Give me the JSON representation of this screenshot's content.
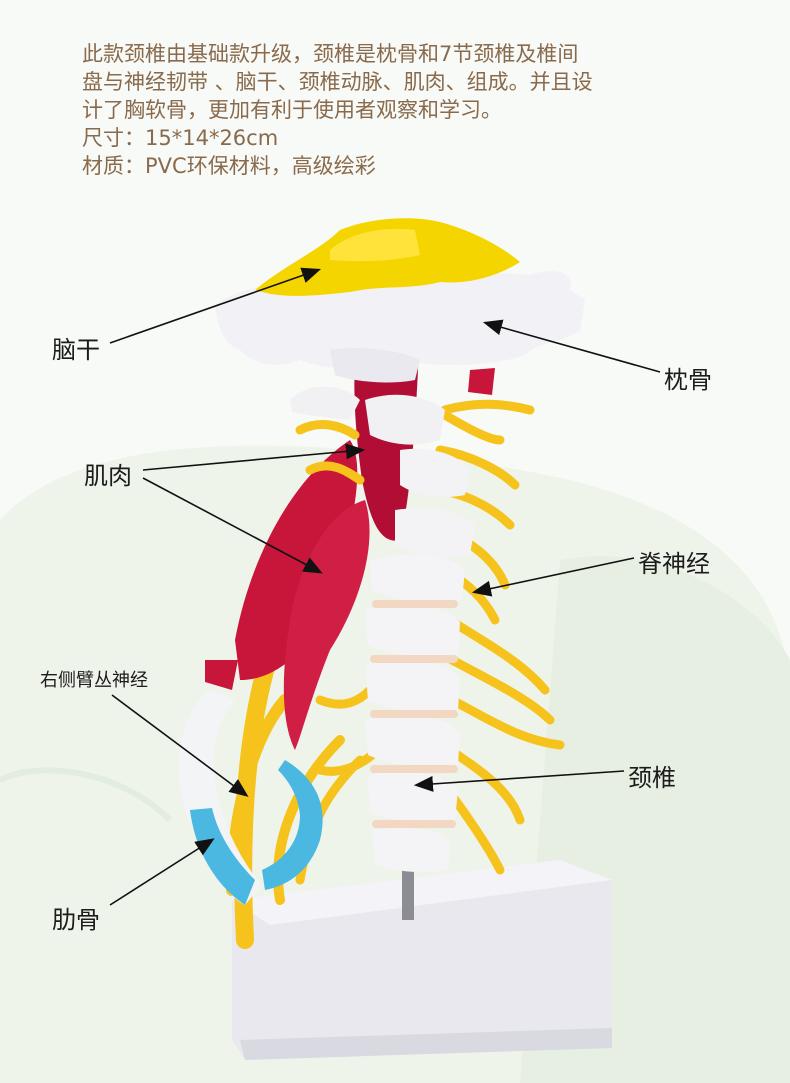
{
  "description": {
    "lines": [
      "此款颈椎由基础款升级，颈椎是枕骨和7节颈椎及椎间",
      "盘与神经韧带 、脑干、颈椎动脉、肌肉、组成。并且设",
      "计了胸软骨，更加有利于使用者观察和学习。",
      "尺寸：15*14*26cm",
      "材质：PVC环保材料，高级绘彩"
    ]
  },
  "labels": {
    "brainstem": "脑干",
    "occipital": "枕骨",
    "muscle": "肌肉",
    "spinal_nerve": "脊神经",
    "brachial_plexus": "右侧臂丛神经",
    "cervical": "颈椎",
    "rib": "肋骨"
  },
  "colors": {
    "text_brown": "#8a6a4c",
    "bone": "#f4f4f6",
    "brainstem_yellow": "#f4d500",
    "muscle_red": "#c8153a",
    "nerve_yellow": "#f6c21c",
    "rib_blue": "#4ab8e0",
    "base": "#ececf2"
  }
}
